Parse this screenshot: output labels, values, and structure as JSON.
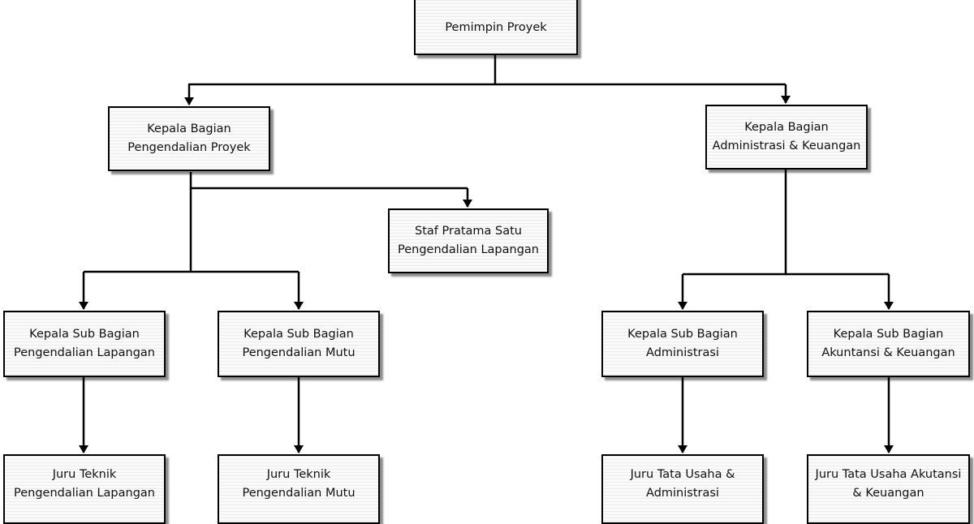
{
  "nodes": {
    "pemimpin_proyek": {
      "lines": [
        "Pemimpin Proyek"
      ]
    },
    "kabag_pengendalian": {
      "lines": [
        "Kepala Bagian",
        "Pengendalian Proyek"
      ]
    },
    "kabag_administrasi": {
      "lines": [
        "Kepala Bagian",
        "Administrasi & Keuangan"
      ]
    },
    "staf_pratama": {
      "lines": [
        "Staf Pratama Satu",
        "Pengendalian Lapangan"
      ]
    },
    "kasubbag_lapangan": {
      "lines": [
        "Kepala Sub Bagian",
        "Pengendalian Lapangan"
      ]
    },
    "kasubbag_mutu": {
      "lines": [
        "Kepala Sub Bagian",
        "Pengendalian Mutu"
      ]
    },
    "kasubbag_administrasi": {
      "lines": [
        "Kepala Sub Bagian",
        "Administrasi"
      ]
    },
    "kasubbag_akuntansi": {
      "lines": [
        "Kepala Sub Bagian",
        "Akuntansi & Keuangan"
      ]
    },
    "juru_teknik_lapangan": {
      "lines": [
        "Juru Teknik",
        "Pengendalian Lapangan"
      ]
    },
    "juru_teknik_mutu": {
      "lines": [
        "Juru Teknik",
        "Pengendalian Mutu"
      ]
    },
    "juru_tata_usaha_administrasi": {
      "lines": [
        "Juru Tata Usaha &",
        "Administrasi"
      ]
    },
    "juru_tata_usaha_keuangan": {
      "lines": [
        "Juru Tata Usaha Akutansi",
        "& Keuangan"
      ]
    }
  }
}
